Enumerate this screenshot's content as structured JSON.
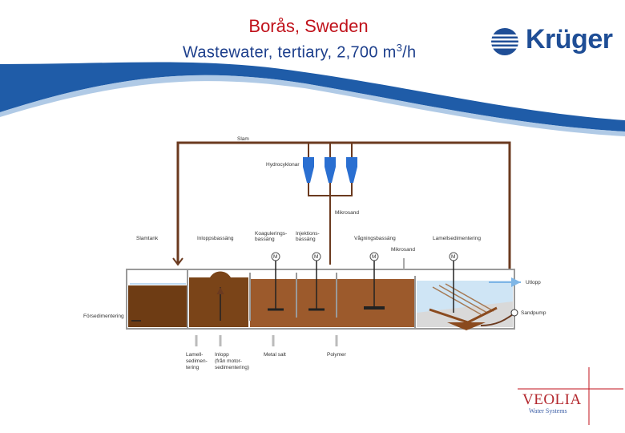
{
  "header": {
    "title": "Borås, Sweden",
    "subtitle": "Wastewater, tertiary, 2,700 m",
    "subtitle_sup": "3",
    "subtitle_tail": "/h"
  },
  "logo": {
    "text": "Krüger"
  },
  "diagram": {
    "labels": {
      "slam": "Slam",
      "hydrocyklonar": "Hydrocyklonar",
      "mikrosand_top": "Mikrosand",
      "koagulering_1": "Koagulerings-",
      "koagulering_2": "bassäng",
      "injektion_1": "Injektions-",
      "injektion_2": "bassäng",
      "slamtank": "Slamtank",
      "inloppsbassang": "Inloppsbassäng",
      "vagning": "Vågningsbassäng",
      "mikrosand_mid": "Mikrosand",
      "lamellsed": "Lamellsedimentering",
      "utlopp": "Utlopp",
      "sandpump": "Sandpump",
      "forsed": "Försedimentering",
      "lamell_1": "Lamell-",
      "lamell_2": "sedimen-",
      "lamell_3": "tering",
      "inlopp_1": "Inlopp",
      "inlopp_2": "(från motor-",
      "inlopp_3": "sedimentering)",
      "metallsalt": "Metal salt",
      "polymer": "Polymer",
      "motor": "M"
    },
    "colors": {
      "pipe": "#6b3a1f",
      "sludge": "#6e3c14",
      "basin": "#9c5a2c",
      "clear_water": "#cfe5f5",
      "arrow_blue": "#7fb6e6"
    }
  },
  "footer": {
    "brand": "VEOLIA",
    "brand_sub": "Water Systems"
  }
}
